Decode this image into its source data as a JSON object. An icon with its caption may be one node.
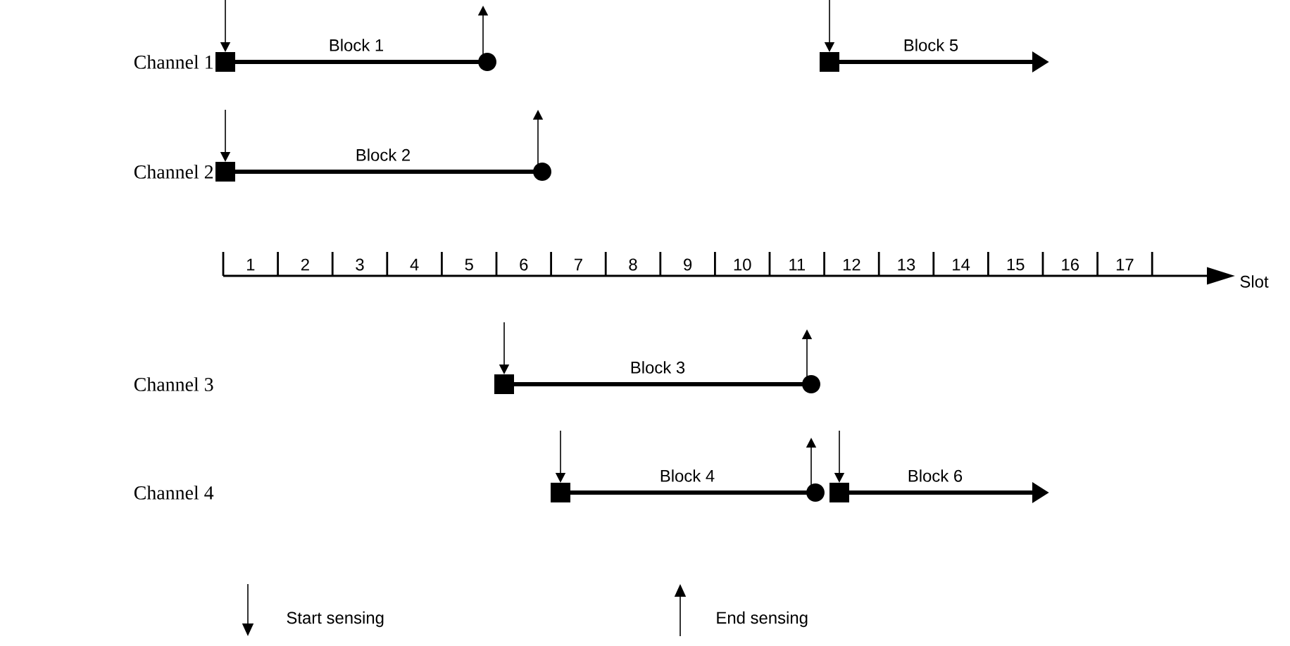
{
  "diagram": {
    "labels": [
      "Channel 1",
      "Block 1",
      "Block 5",
      "Channel 2",
      "Block 2",
      "1",
      "2",
      "3",
      "4",
      "5",
      "6",
      "7",
      "8",
      "9",
      "10",
      "11",
      "12",
      "13",
      "14",
      "15",
      "16",
      "17",
      "Slot",
      "Channel 3",
      "Block 3",
      "Channel 4",
      "Block 4",
      "Block 6"
    ],
    "legend": [
      {
        "text": "Start sensing"
      },
      {
        "text": "End sensing"
      }
    ]
  }
}
